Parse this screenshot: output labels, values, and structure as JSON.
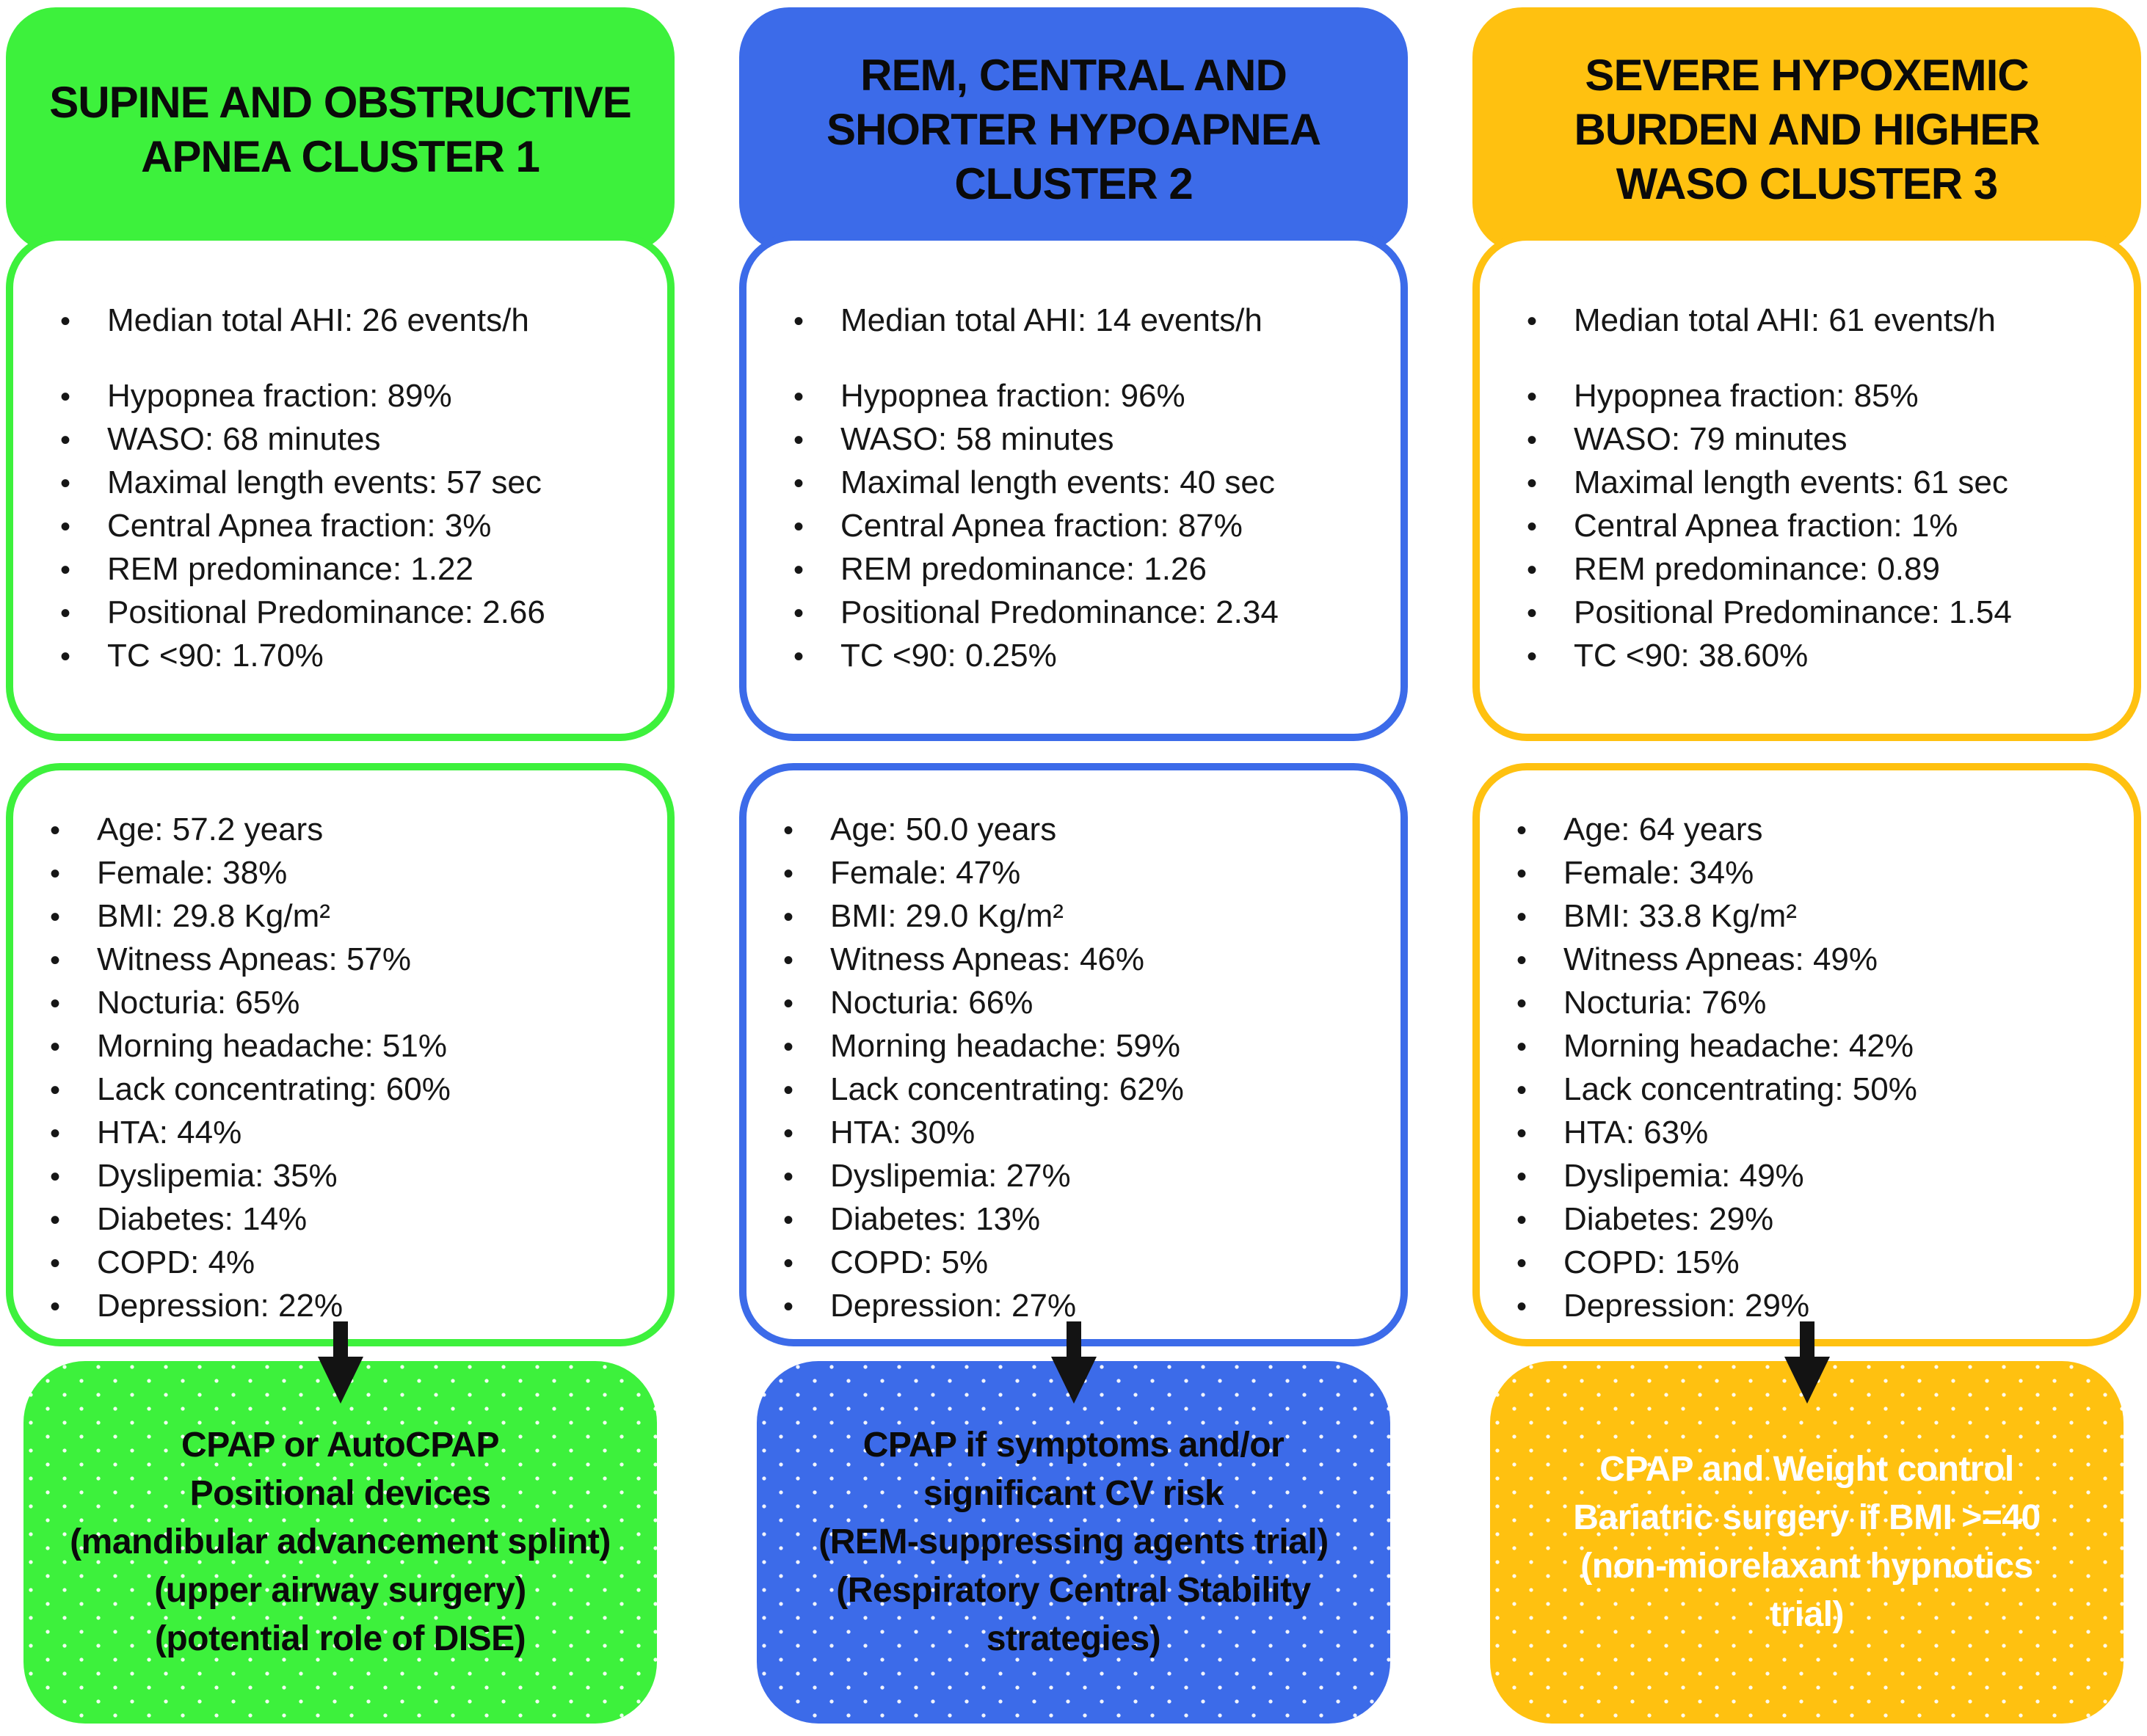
{
  "figure": {
    "arrow_color": "#131313",
    "columns": [
      {
        "accent_color": "#3DF13C",
        "title": "SUPINE AND OBSTRUCTIVE APNEA CLUSTER 1",
        "title_lines": [
          "SUPINE AND OBSTRUCTIVE",
          "APNEA CLUSTER 1",
          ""
        ],
        "metrics": [
          "Median total AHI: 26 events/h",
          "Hypopnea fraction: 89%",
          "WASO: 68 minutes",
          "Maximal length events: 57 sec",
          "Central Apnea fraction: 3%",
          "REM predominance: 1.22",
          "Positional Predominance: 2.66",
          "TC <90: 1.70%"
        ],
        "profile": [
          "Age: 57.2 years",
          "Female: 38%",
          "BMI: 29.8 Kg/m²",
          "Witness Apneas: 57%",
          "Nocturia: 65%",
          "Morning headache: 51%",
          "Lack concentrating: 60%",
          "HTA: 44%",
          "Dyslipemia: 35%",
          "Diabetes: 14%",
          "COPD: 4%",
          "Depression: 22%"
        ],
        "treatment_lines": [
          "CPAP or AutoCPAP",
          "Positional devices",
          "(mandibular advancement splint)",
          "(upper airway surgery)",
          "(potential role of DISE)"
        ],
        "treatment_text_color": "#0a0a0a"
      },
      {
        "accent_color": "#3C6BE9",
        "title": "REM, CENTRAL AND SHORTER HYPOAPNEA CLUSTER 2",
        "title_lines": [
          "REM, CENTRAL AND",
          "SHORTER HYPOAPNEA",
          "CLUSTER 2"
        ],
        "metrics": [
          "Median total AHI: 14 events/h",
          "Hypopnea fraction: 96%",
          "WASO: 58 minutes",
          "Maximal length events: 40 sec",
          "Central Apnea fraction: 87%",
          "REM predominance: 1.26",
          "Positional Predominance: 2.34",
          "TC <90: 0.25%"
        ],
        "profile": [
          "Age: 50.0 years",
          "Female: 47%",
          "BMI: 29.0 Kg/m²",
          "Witness Apneas: 46%",
          "Nocturia: 66%",
          "Morning headache: 59%",
          "Lack concentrating: 62%",
          "HTA: 30%",
          "Dyslipemia: 27%",
          "Diabetes: 13%",
          "COPD: 5%",
          "Depression: 27%"
        ],
        "treatment_lines": [
          "CPAP if symptoms and/or",
          "significant CV risk",
          "(REM-suppressing agents trial)",
          "(Respiratory Central Stability",
          "strategies)"
        ],
        "treatment_text_color": "#0a0a0a"
      },
      {
        "accent_color": "#FFC110",
        "title": "SEVERE HYPOXEMIC BURDEN AND HIGHER WASO CLUSTER 3",
        "title_lines": [
          "SEVERE HYPOXEMIC",
          "BURDEN AND HIGHER",
          "WASO CLUSTER 3"
        ],
        "metrics": [
          "Median total AHI: 61 events/h",
          "Hypopnea fraction: 85%",
          "WASO: 79 minutes",
          "Maximal length events: 61 sec",
          "Central Apnea fraction: 1%",
          "REM predominance: 0.89",
          "Positional Predominance: 1.54",
          "TC <90: 38.60%"
        ],
        "profile": [
          "Age: 64 years",
          "Female: 34%",
          "BMI: 33.8 Kg/m²",
          "Witness Apneas: 49%",
          "Nocturia: 76%",
          "Morning headache: 42%",
          "Lack concentrating: 50%",
          "HTA: 63%",
          "Dyslipemia: 49%",
          "Diabetes: 29%",
          "COPD: 15%",
          "Depression: 29%"
        ],
        "treatment_lines": [
          "CPAP and Weight control",
          "Bariatric surgery if BMI >=40",
          "(non-miorelaxant hypnotics",
          "trial)"
        ],
        "treatment_text_color": "#ffffff"
      }
    ]
  }
}
